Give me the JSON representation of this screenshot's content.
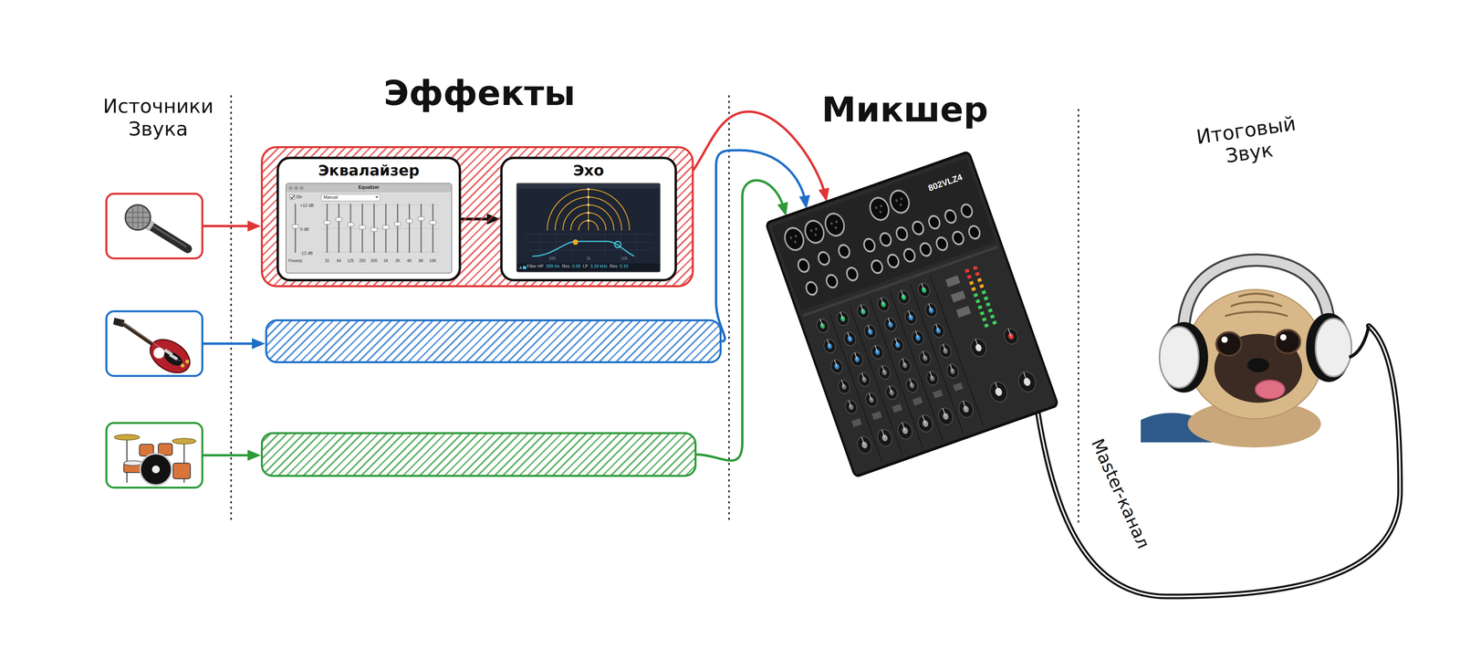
{
  "diagram": {
    "nodes": [
      {
        "text": []
      },
      {
        "text": []
      },
      {
        "text": [
          "Эквалайзер"
        ],
        "in": 1
      },
      {
        "text": [
          "Эхо"
        ],
        "in": 1
      },
      {
        "text": []
      },
      {
        "text": []
      },
      {
        "text": []
      },
      {
        "text": []
      },
      {
        "text": []
      },
      {
        "text": []
      }
    ],
    "edges": [
      {
        "from": 0,
        "to": 1,
        "arrow": "to"
      },
      {
        "from": 2,
        "to": 3,
        "arrow": "to"
      },
      {
        "from": 1,
        "to": 8,
        "arrow": "to"
      },
      {
        "from": 4,
        "to": 5,
        "arrow": "to"
      },
      {
        "from": 5,
        "to": 8,
        "arrow": "to"
      },
      {
        "from": 6,
        "to": 7,
        "arrow": "to"
      },
      {
        "from": 7,
        "to": 8,
        "arrow": "to"
      },
      {
        "from": 8,
        "to": 9,
        "arrow": "none",
        "label": "Master-канал"
      }
    ],
    "labels": [
      "Источники Звука",
      "Эффекты",
      "Микшер",
      "Итоговый Звук",
      "Equalizer",
      "On",
      "Manual",
      "+12 dB",
      "0 dB",
      "-12 dB",
      "Preamp",
      "32",
      "64",
      "125",
      "250",
      "500",
      "1K",
      "2K",
      "4K",
      "8K",
      "16K",
      "100",
      "1k",
      "10k",
      "Filter HP",
      "309 Hz",
      "Res",
      "0.09",
      "LP",
      "3.26 kHz",
      "Res",
      "0.10",
      "802VLZ4"
    ]
  }
}
